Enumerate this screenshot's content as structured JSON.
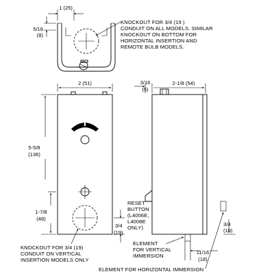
{
  "top_view": {
    "dim_width": "1 (25)",
    "dim_depth": [
      "5/16",
      "(8)"
    ],
    "note": [
      "KNOCKOUT FOR 3/4  (19 )",
      "CONDUIT ON ALL MODELS. SIMILAR",
      "KNOCKOUT ON BOTTOM FOR",
      "HORIZONTAL INSERTION AND",
      "REMOTE BULB MODELS."
    ]
  },
  "front_view": {
    "dim_width": "2 (51)",
    "dim_height": [
      "5-5/8",
      "(136)"
    ],
    "dim_lower": [
      "1-7/8",
      "(48)"
    ],
    "dim_bottom": [
      "3/4",
      "(19)"
    ],
    "note": [
      "KNOCKOUT FOR 3/4 (19)",
      "CONDUIT ON VERTICAL",
      "INSERTION MODELS ONLY"
    ]
  },
  "side_view": {
    "dim_top": [
      "3/16",
      "(5)"
    ],
    "dim_width": "2-1/8 (54)",
    "reset_note": [
      "RESET",
      "BUTTON",
      "(L4006E,",
      "L4008E",
      "ONLY)"
    ],
    "dim_right": [
      "3/4",
      "(19)"
    ],
    "dim_bottom": [
      "11/16",
      "(18)"
    ],
    "vertical_note": [
      "ELEMENT",
      "FOR VERTICAL",
      "IMMERSION"
    ],
    "horizontal_note": "ELEMENT FOR HORIZONTAL IMMERSION"
  }
}
